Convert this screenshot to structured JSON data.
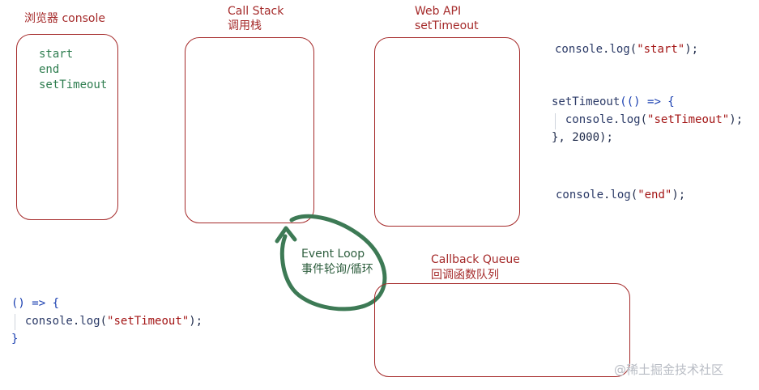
{
  "console_panel": {
    "title": "浏览器 console",
    "lines": [
      "start",
      "end",
      "setTimeout"
    ]
  },
  "call_stack": {
    "title": "Call Stack",
    "subtitle": "调用栈"
  },
  "web_api": {
    "title": "Web API",
    "subtitle": "setTimeout"
  },
  "callback_queue": {
    "title": "Callback Queue",
    "subtitle": "回调函数队列"
  },
  "event_loop": {
    "title": "Event Loop",
    "subtitle": "事件轮询/循环"
  },
  "code_right": {
    "line1": {
      "obj": "console",
      "fn": "log",
      "arg": "\"start\""
    },
    "line2": {
      "fn": "setTimeout",
      "arrow": "(() => {",
      "inner_obj": "console",
      "inner_fn": "log",
      "inner_arg": "\"setTimeout\"",
      "close": "}, ",
      "delay": "2000",
      "end": ");"
    },
    "line3": {
      "obj": "console",
      "fn": "log",
      "arg": "\"end\""
    }
  },
  "code_left": {
    "open": "() => {",
    "obj": "console",
    "fn": "log",
    "arg": "\"setTimeout\"",
    "close": "}"
  },
  "watermark": "@稀土掘金技术社区",
  "colors": {
    "box_border": "#a52a2a",
    "console_text": "#2e7d4f",
    "loop_stroke": "#3d7a55",
    "string": "#a31515"
  }
}
